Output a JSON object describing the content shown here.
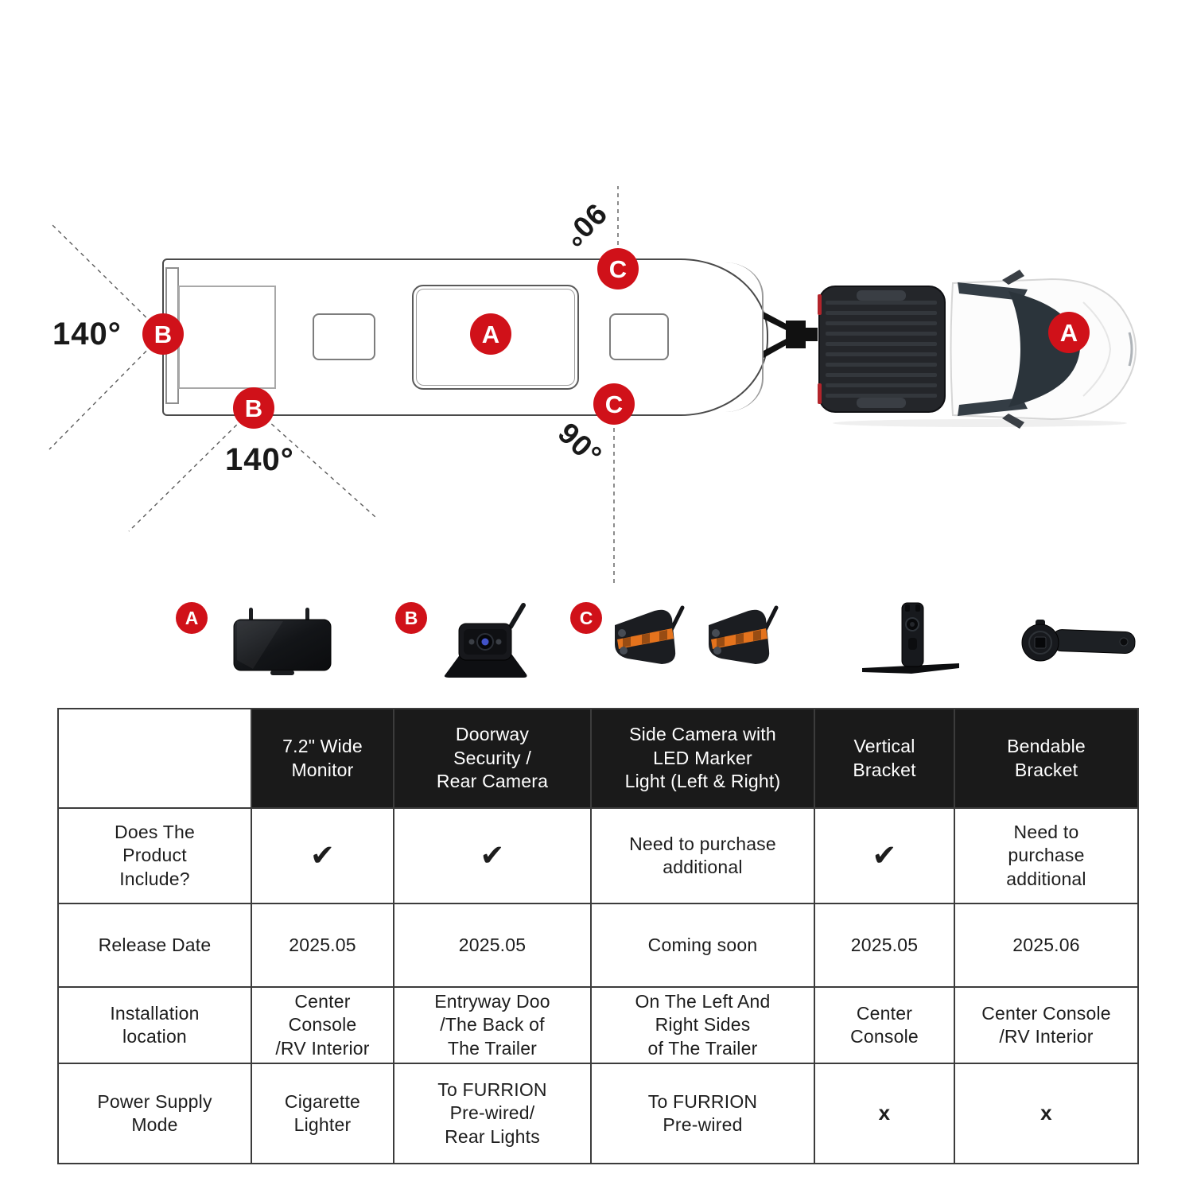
{
  "colors": {
    "badge_red": "#d01119",
    "header_bg": "#1a1a1a",
    "outline_gray": "#4a4a4a",
    "led_orange": "#e4731d"
  },
  "diagram": {
    "marker_a": "A",
    "marker_b": "B",
    "marker_c": "C",
    "angle_left": "140°",
    "angle_bottom": "140°",
    "angle_top": "90°",
    "angle_bottom_right": "90°"
  },
  "legend": {
    "a": "A",
    "b": "B",
    "c": "C",
    "icons": [
      "wide-monitor",
      "doorway-rear-camera",
      "side-cameras-pair",
      "vertical-bracket",
      "bendable-bracket"
    ]
  },
  "table": {
    "columns": [
      "7.2\" Wide\nMonitor",
      "Doorway\nSecurity /\nRear Camera",
      "Side Camera with\nLED Marker\nLight (Left & Right)",
      "Vertical\nBracket",
      "Bendable\nBracket"
    ],
    "rows": [
      {
        "label": "Does The\nProduct\nInclude?",
        "values": [
          "✔",
          "✔",
          "Need to purchase\nadditional",
          "✔",
          "Need to\npurchase\nadditional"
        ]
      },
      {
        "label": "Release Date",
        "values": [
          "2025.05",
          "2025.05",
          "Coming soon",
          "2025.05",
          "2025.06"
        ]
      },
      {
        "label": "Installation\nlocation",
        "values": [
          "Center\nConsole\n/RV Interior",
          "Entryway Doo\n/The Back of\nThe Trailer",
          "On The Left And\nRight Sides\nof The Trailer",
          "Center\nConsole",
          "Center Console\n/RV Interior"
        ]
      },
      {
        "label": "Power Supply\nMode",
        "values": [
          "Cigarette\nLighter",
          "To FURRION\nPre-wired/\nRear Lights",
          "To FURRION\nPre-wired",
          "x",
          "x"
        ]
      }
    ]
  }
}
